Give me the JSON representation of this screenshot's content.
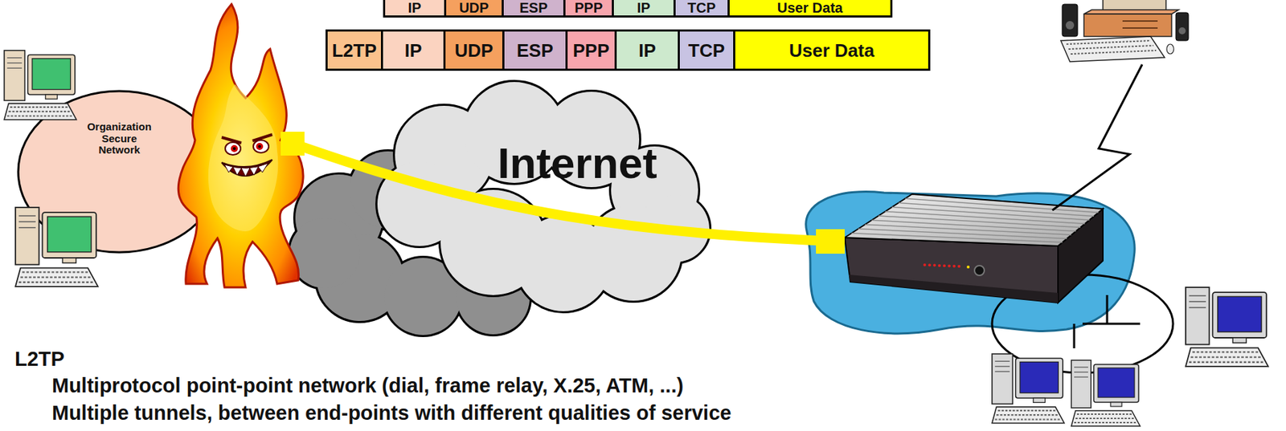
{
  "diagram": {
    "nodes": [
      {
        "text": [
          "Organization Secure Network"
        ]
      },
      {
        "text": [
          "Internet"
        ]
      }
    ],
    "labels": [
      "IP",
      "UDP",
      "ESP",
      "PPP",
      "IP",
      "TCP",
      "User Data",
      "L2TP",
      "IP",
      "UDP",
      "ESP",
      "PPP",
      "IP",
      "TCP",
      "User Data",
      "L2TP",
      "Multiprotocol point-point network (dial, frame relay, X.25, ATM, ...)",
      "Multiple tunnels, between end-points with different qualities of service"
    ]
  }
}
